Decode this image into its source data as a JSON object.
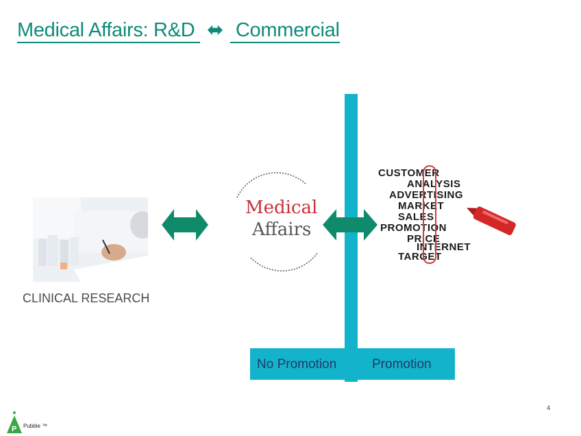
{
  "slide": {
    "title_left": "Medical Affairs:  R&D ",
    "title_arrow": "⬌",
    "title_right": " Commercial",
    "clinical_label": "CLINICAL RESEARCH",
    "medical_word": "Medical",
    "affairs_word": "Affairs",
    "band_left": "No Promotion",
    "band_right": "Promotion",
    "crossword_lines": [
      "CUSTOMER",
      "ANALYSIS",
      "ADVERTISING",
      "MARKET",
      "SALES",
      "PROMOTION",
      "PRICE",
      "INTERNET",
      "TARGET"
    ],
    "page_number": "4",
    "logo_text": "Pubble ™"
  },
  "colors": {
    "title": "#0f8a7a",
    "bar": "#14b3cc",
    "arrow": "#0f8a6a",
    "medical": "#c8303a"
  }
}
